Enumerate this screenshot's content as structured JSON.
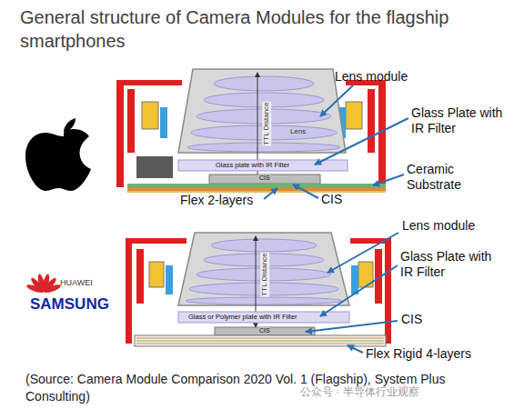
{
  "diagram": {
    "title": "General structure of Camera Modules for the flagship smartphones",
    "caption": "(Source:  Camera Module Comparison 2020 Vol. 1 (Flagship), System Plus Consulting)",
    "labels": [
      "Lens module",
      "TTL Distance",
      "Lens",
      "Glass Plate with IR Filter",
      "Glass plate with IR Filter",
      "Ceramic Substrate",
      "CIS",
      "Flex 2-layers",
      "CIS",
      "HUAWEI",
      "SAMSUNG",
      "Lens module",
      "TTL Distance",
      "Glass Plate with IR Filter",
      "Glass or Polymer plate with IR Filter",
      "CIS",
      "CIS",
      "Flex Rigid 4-layers",
      "公众号 · 半导体行业观察"
    ]
  }
}
